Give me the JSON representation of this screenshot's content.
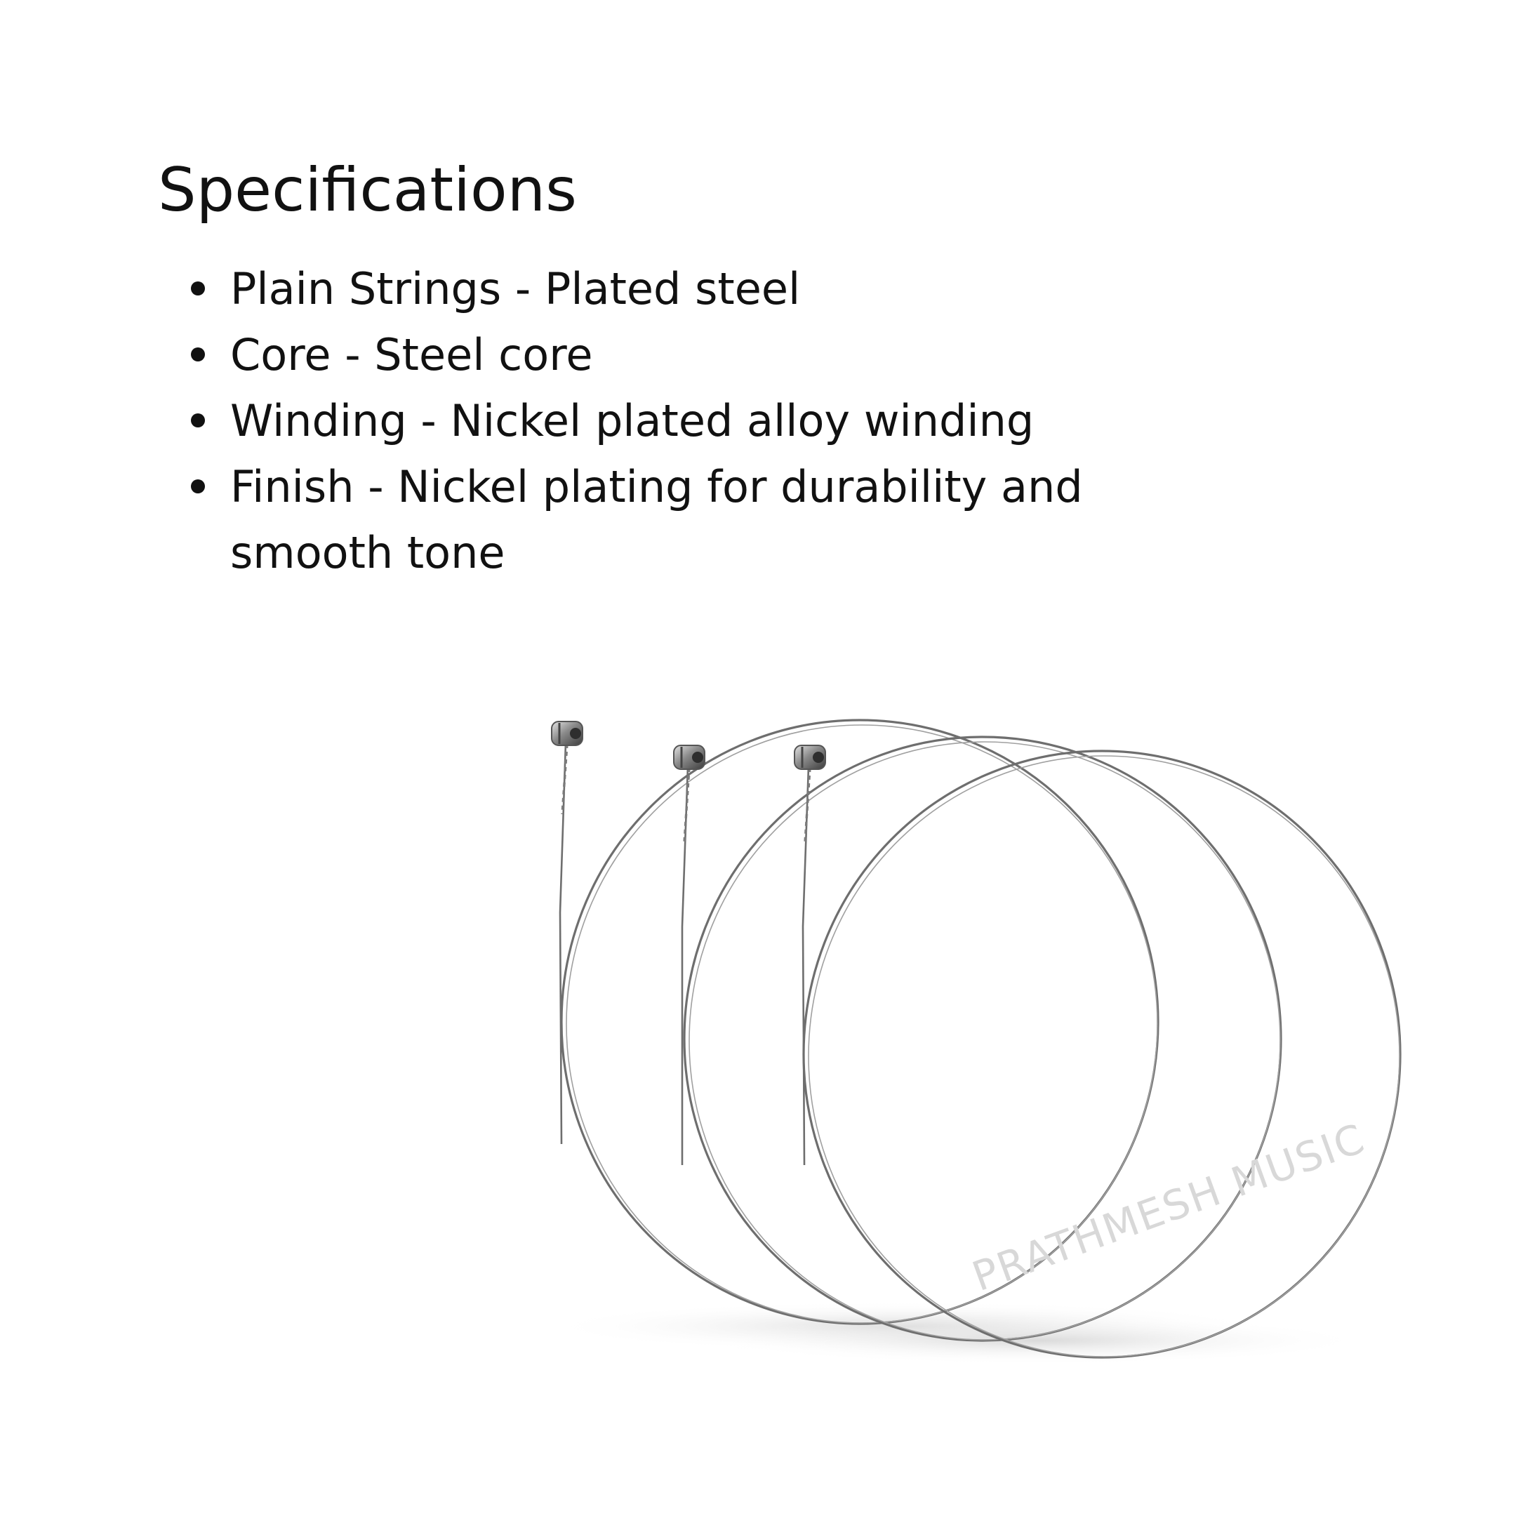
{
  "title": "Specifications",
  "specs": [
    "Plain Strings - Plated steel",
    "Core - Steel core",
    "Winding - Nickel plated alloy winding",
    "Finish - Nickel plating for durability and smooth tone"
  ],
  "watermark": "PRATHMESH MUSIC",
  "colors": {
    "text": "#111111",
    "string": "#6e6e6e",
    "background": "#ffffff"
  }
}
